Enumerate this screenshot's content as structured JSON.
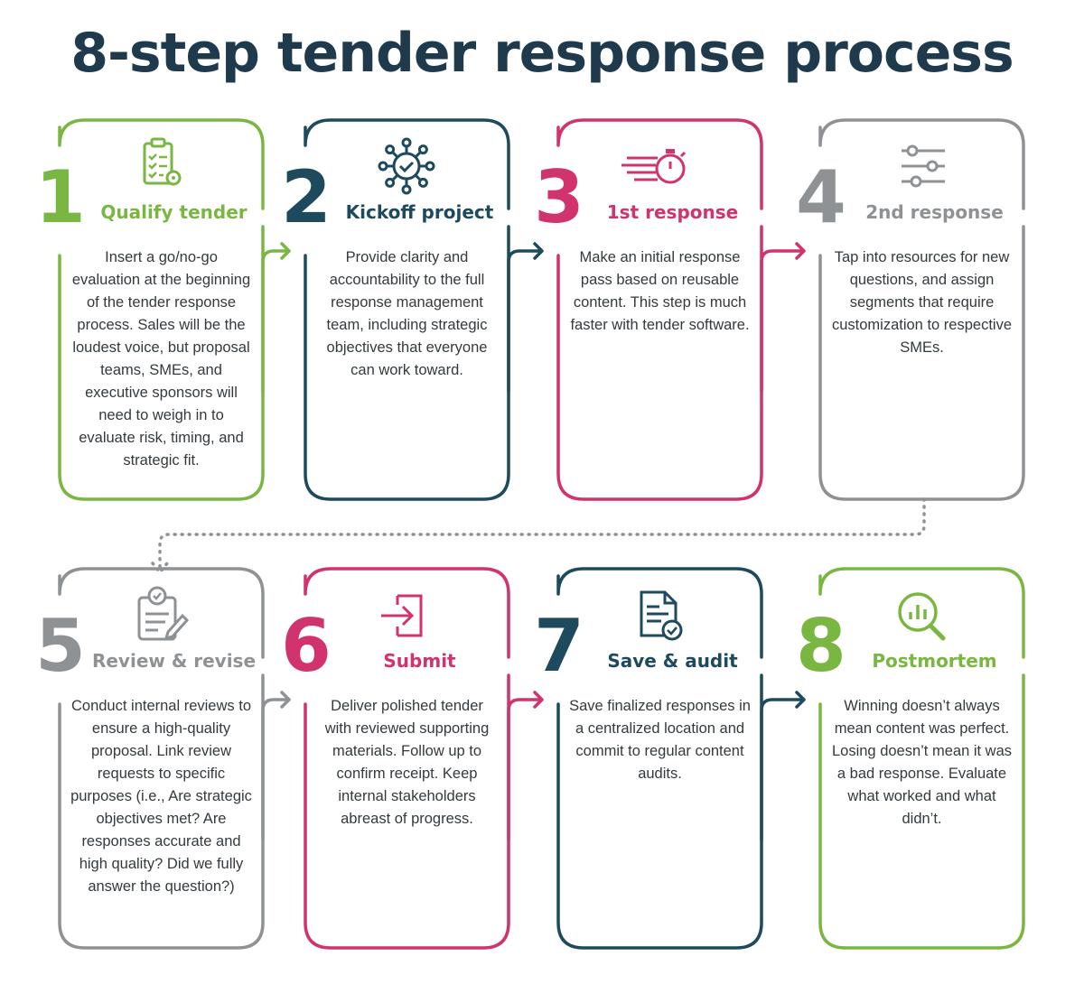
{
  "title": "8-step tender response process",
  "colors": {
    "green": "#7ab642",
    "navy": "#1e4a5e",
    "magenta": "#d0336e",
    "gray": "#8f9294",
    "title": "#1e3a4c"
  },
  "steps": [
    {
      "number": "1",
      "heading": "Qualify tender",
      "color": "green",
      "icon": "checklist-gear-icon",
      "body": "Insert a go/no-go evaluation at the beginning of the tender response process. Sales will be the loudest voice, but proposal teams, SMEs, and executive sponsors will need to weigh in to evaluate risk, timing, and strategic fit."
    },
    {
      "number": "2",
      "heading": "Kickoff project",
      "color": "navy",
      "icon": "network-check-icon",
      "body": "Provide clarity and accountability to the full response management team, including strategic objectives that everyone can work toward."
    },
    {
      "number": "3",
      "heading": "1st response",
      "color": "magenta",
      "icon": "stopwatch-icon",
      "body": "Make an initial response pass based on reusable content. This step is much faster with tender software."
    },
    {
      "number": "4",
      "heading": "2nd response",
      "color": "gray",
      "icon": "sliders-icon",
      "body": "Tap into resources for new questions, and assign segments that require customization to respective SMEs."
    },
    {
      "number": "5",
      "heading": "Review & revise",
      "color": "gray",
      "icon": "clipboard-pencil-icon",
      "body": "Conduct internal reviews to ensure a high-quality proposal. Link review requests to specific purposes (i.e., Are strategic objectives met? Are responses accurate and high quality? Did we fully answer the question?)"
    },
    {
      "number": "6",
      "heading": "Submit",
      "color": "magenta",
      "icon": "sign-in-icon",
      "body": "Deliver polished tender with reviewed supporting materials. Follow up to confirm receipt. Keep internal stakeholders abreast of progress."
    },
    {
      "number": "7",
      "heading": "Save & audit",
      "color": "navy",
      "icon": "document-check-icon",
      "body": "Save finalized responses in a centralized location and commit to regular content audits."
    },
    {
      "number": "8",
      "heading": "Postmortem",
      "color": "green",
      "icon": "magnifier-chart-icon",
      "body": "Winning doesn’t always mean content was perfect. Losing doesn’t mean it was a bad response. Evaluate what worked and what didn’t."
    }
  ]
}
